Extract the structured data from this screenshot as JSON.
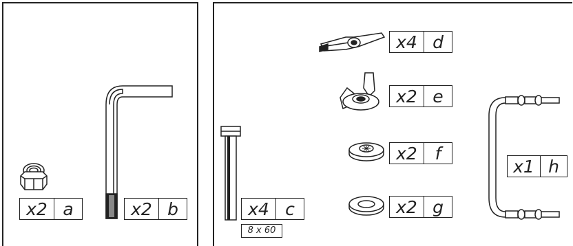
{
  "parts": [
    {
      "id": "nut",
      "count": "x2",
      "letter": "a"
    },
    {
      "id": "hex-key",
      "count": "x2",
      "letter": "b"
    },
    {
      "id": "bolt",
      "count": "x4",
      "letter": "c",
      "size": "8 x 60"
    },
    {
      "id": "cam-lever",
      "count": "x4",
      "letter": "d"
    },
    {
      "id": "wing-nut",
      "count": "x2",
      "letter": "e"
    },
    {
      "id": "washer-small",
      "count": "x2",
      "letter": "f"
    },
    {
      "id": "washer",
      "count": "x2",
      "letter": "g"
    },
    {
      "id": "u-bracket",
      "count": "x1",
      "letter": "h"
    }
  ]
}
